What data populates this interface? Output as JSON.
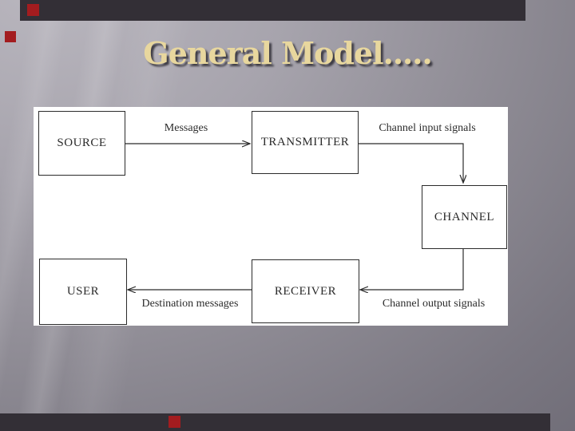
{
  "slide": {
    "title": "General Model....."
  },
  "diagram": {
    "boxes": [
      {
        "id": "source",
        "label": "SOURCE"
      },
      {
        "id": "transmitter",
        "label": "TRANSMITTER"
      },
      {
        "id": "channel",
        "label": "CHANNEL"
      },
      {
        "id": "receiver",
        "label": "RECEIVER"
      },
      {
        "id": "user",
        "label": "USER"
      }
    ],
    "arrow_labels": [
      {
        "id": "messages",
        "label": "Messages",
        "from": "source",
        "to": "transmitter"
      },
      {
        "id": "channel-input-signals",
        "label": "Channel input signals",
        "from": "transmitter",
        "to": "channel"
      },
      {
        "id": "channel-output-signals",
        "label": "Channel output signals",
        "from": "channel",
        "to": "receiver"
      },
      {
        "id": "destination-messages",
        "label": "Destination messages",
        "from": "receiver",
        "to": "user"
      }
    ]
  },
  "colors": {
    "accent_red": "#a31c1f",
    "decor_bar": "#332f36",
    "title_gold": "#e8d79e",
    "panel_bg": "#ffffff",
    "diagram_ink": "#2b2b2b"
  }
}
